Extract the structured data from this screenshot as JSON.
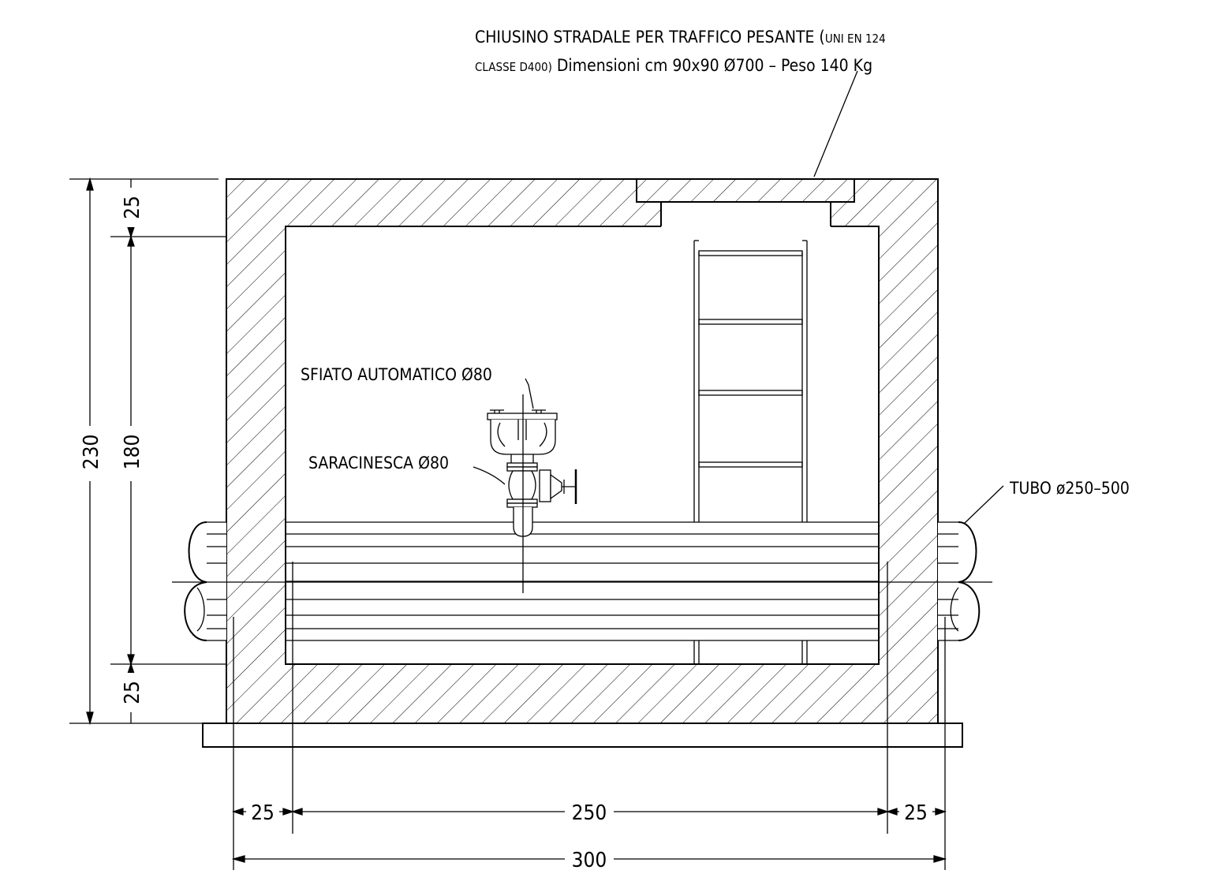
{
  "title_block": {
    "chiusino_line1_main": "CHIUSINO STRADALE PER TRAFFICO PESANTE (",
    "chiusino_line1_small": "UNI EN 124",
    "chiusino_line2_small": "CLASSE D400)",
    "chiusino_line2_main": " Dimensioni cm 90x90 Ø700 – Peso 140 Kg"
  },
  "labels": {
    "sfiato": "SFIATO AUTOMATICO Ø80",
    "saracinesca": "SARACINESCA Ø80",
    "tubo": "TUBO ø250–500"
  },
  "dimensions": {
    "total_height": "230",
    "inner_height": "180",
    "top_slab": "25",
    "bottom_slab": "25",
    "left_wall": "25",
    "inner_width": "250",
    "right_wall": "25",
    "total_width": "300"
  }
}
